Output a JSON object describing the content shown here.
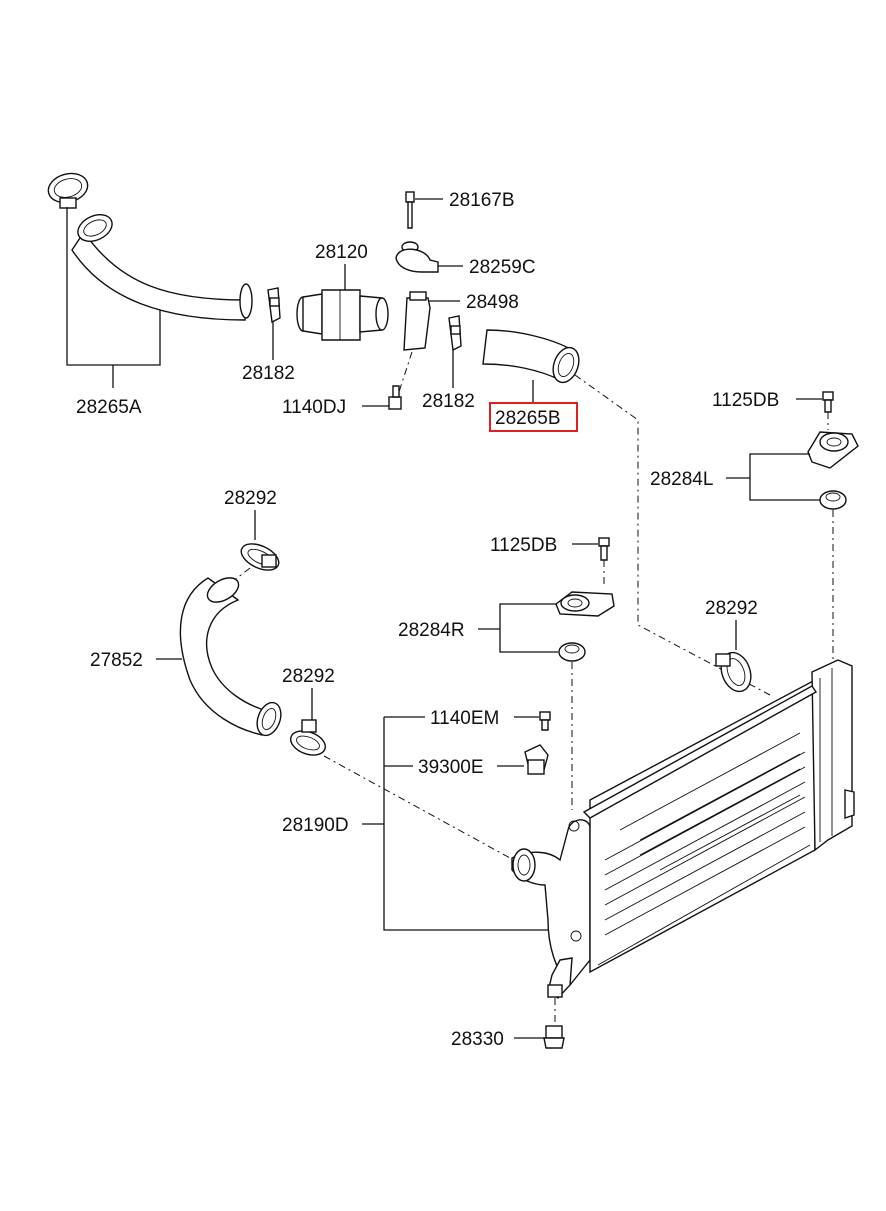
{
  "colors": {
    "line": "#111111",
    "highlight": "#e02020",
    "background": "#ffffff"
  },
  "labels": {
    "p28167B": "28167B",
    "p28120": "28120",
    "p28259C": "28259C",
    "p28498": "28498",
    "p28182_left": "28182",
    "p28182_right": "28182",
    "p1140DJ": "1140DJ",
    "p28265A": "28265A",
    "p28265B": "28265B",
    "p1125DB_top": "1125DB",
    "p28284L": "28284L",
    "p28292_top": "28292",
    "p1125DB_mid": "1125DB",
    "p27852": "27852",
    "p28284R": "28284R",
    "p28292_right": "28292",
    "p28292_mid": "28292",
    "p1140EM": "1140EM",
    "p39300E": "39300E",
    "p28190D": "28190D",
    "p28330": "28330"
  },
  "highlighted_part": "28265B"
}
